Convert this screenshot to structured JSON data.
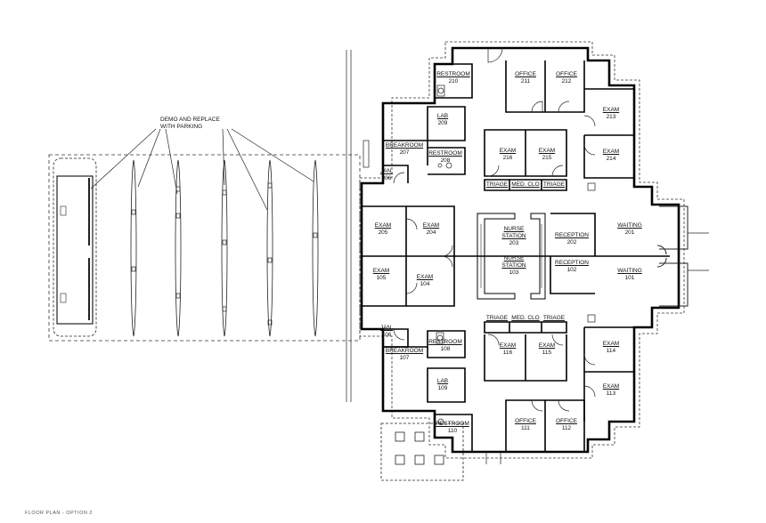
{
  "note": {
    "line1": "DEMO AND REPLACE",
    "line2": "WITH PARKING"
  },
  "rooms": {
    "restroom_210": {
      "name": "RESTROOM",
      "number": "210"
    },
    "office_211": {
      "name": "OFFICE",
      "number": "211"
    },
    "office_212": {
      "name": "OFFICE",
      "number": "212"
    },
    "exam_213": {
      "name": "EXAM",
      "number": "213"
    },
    "lab_209": {
      "name": "LAB",
      "number": "209"
    },
    "breakroom_207": {
      "name": "BREAKROOM",
      "number": "207"
    },
    "restroom_208": {
      "name": "RESTROOM",
      "number": "208"
    },
    "exam_216": {
      "name": "EXAM",
      "number": "216"
    },
    "exam_215": {
      "name": "EXAM",
      "number": "215"
    },
    "exam_214": {
      "name": "EXAM",
      "number": "214"
    },
    "jan_206": {
      "name": "JAN.",
      "number": "206"
    },
    "triage_top_left": {
      "name": "TRIAGE"
    },
    "med_clo_top": {
      "name": "MED. CLO"
    },
    "triage_top_right": {
      "name": "TRIAGE"
    },
    "exam_205": {
      "name": "EXAM",
      "number": "205"
    },
    "exam_204": {
      "name": "EXAM",
      "number": "204"
    },
    "nurse_station_203": {
      "name": "NURSE",
      "name2": "STATION",
      "number": "203"
    },
    "reception_202": {
      "name": "RECEPTION",
      "number": "202"
    },
    "waiting_201": {
      "name": "WAITING",
      "number": "201"
    },
    "exam_105": {
      "name": "EXAM",
      "number": "105"
    },
    "exam_104": {
      "name": "EXAM",
      "number": "104"
    },
    "nurse_station_103": {
      "name": "NURSE",
      "name2": "STATION",
      "number": "103"
    },
    "reception_102": {
      "name": "RECEPTION",
      "number": "102"
    },
    "waiting_101": {
      "name": "WAITING",
      "number": "101"
    },
    "triage_bottom_left": {
      "name": "TRIAGE"
    },
    "med_clo_bottom": {
      "name": "MED. CLO"
    },
    "triage_bottom_right": {
      "name": "TRIAGE"
    },
    "jan_106": {
      "name": "JAN.",
      "number": "106"
    },
    "restroom_108": {
      "name": "RESTROOM",
      "number": "108"
    },
    "breakroom_107": {
      "name": "BREAKROOM",
      "number": "107"
    },
    "exam_116": {
      "name": "EXAM",
      "number": "116"
    },
    "exam_115": {
      "name": "EXAM",
      "number": "115"
    },
    "exam_114": {
      "name": "EXAM",
      "number": "114"
    },
    "lab_109": {
      "name": "LAB",
      "number": "109"
    },
    "exam_113": {
      "name": "EXAM",
      "number": "113"
    },
    "restroom_110": {
      "name": "RESTROOM",
      "number": "110"
    },
    "office_111": {
      "name": "OFFICE",
      "number": "111"
    },
    "office_112": {
      "name": "OFFICE",
      "number": "112"
    }
  },
  "footer": {
    "text": "FLOOR PLAN - OPTION 2"
  },
  "colors": {
    "wall": "#000000",
    "line": "#222222",
    "dashed": "#333333"
  }
}
